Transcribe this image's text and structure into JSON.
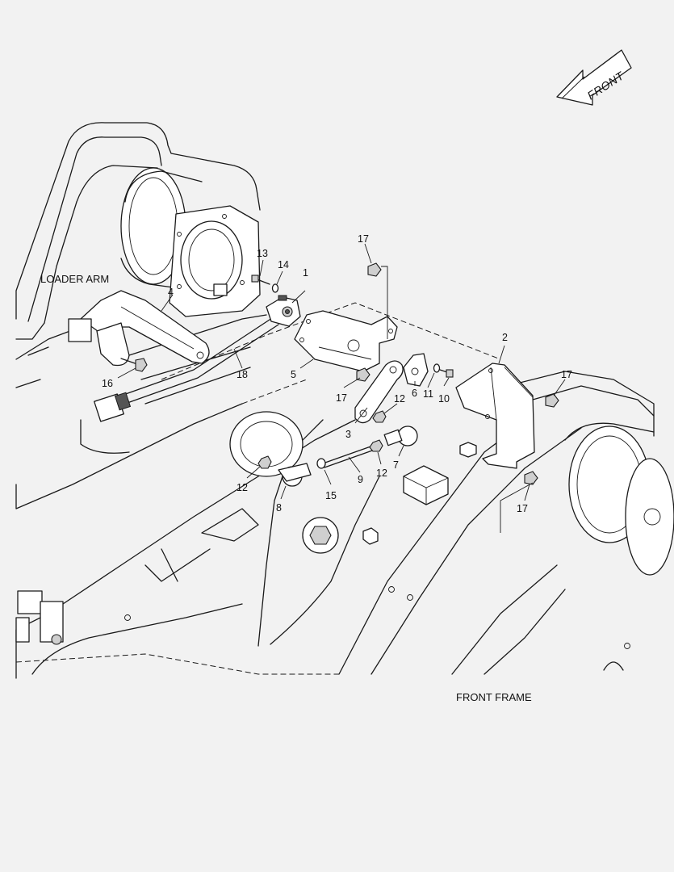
{
  "labels": {
    "loader_arm": "LOADER ARM",
    "front_frame": "FRONT FRAME",
    "front_arrow": "FRONT"
  },
  "callouts": {
    "c1": "1",
    "c2": "2",
    "c3": "3",
    "c4": "4",
    "c5": "5",
    "c6": "6",
    "c7": "7",
    "c8": "8",
    "c9": "9",
    "c10": "10",
    "c11": "11",
    "c12a": "12",
    "c12b": "12",
    "c12c": "12",
    "c13": "13",
    "c14": "14",
    "c15": "15",
    "c16": "16",
    "c17a": "17",
    "c17b": "17",
    "c17c": "17",
    "c17d": "17",
    "c18": "18"
  }
}
